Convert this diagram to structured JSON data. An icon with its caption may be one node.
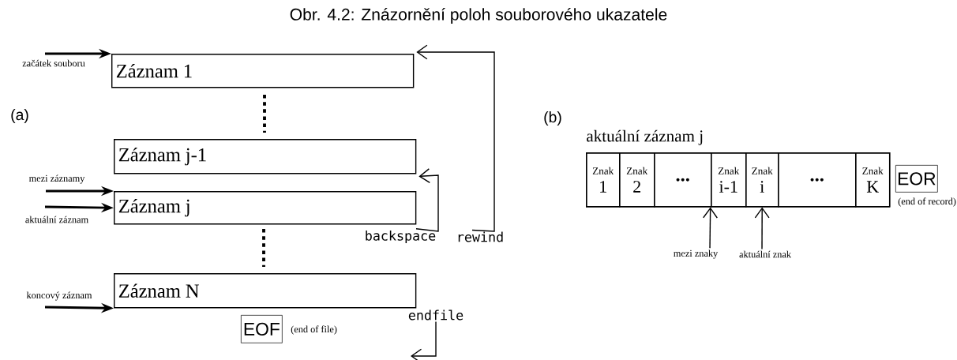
{
  "diagram": {
    "title": "Obr. 4.2: Znázornění poloh souborového ukazatele",
    "nodes": [
      {
        "text": [
          "Záznam 1"
        ]
      },
      {
        "text": [
          "Záznam j-1"
        ]
      },
      {
        "text": [
          "Záznam j"
        ]
      },
      {
        "text": [
          "Záznam N"
        ]
      },
      {
        "text": [
          "EOF"
        ],
        "beside": [
          "(end of file)"
        ]
      },
      {
        "text": [
          "aktuální záznam j"
        ]
      },
      {
        "text": [
          "Znak",
          "1"
        ],
        "in": 5
      },
      {
        "text": [
          "Znak",
          "2"
        ],
        "in": 5
      },
      {
        "text": [
          "..."
        ],
        "in": 5
      },
      {
        "text": [
          "Znak",
          "i-1"
        ],
        "in": 5
      },
      {
        "text": [
          "Znak",
          "i"
        ],
        "in": 5
      },
      {
        "text": [
          "..."
        ],
        "in": 5
      },
      {
        "text": [
          "Znak",
          "K"
        ],
        "in": 5
      },
      {
        "text": [
          "EOR"
        ],
        "beside": [
          "(end of record)"
        ]
      },
      {
        "text": [
          "backspace"
        ]
      },
      {
        "text": [
          "rewind"
        ]
      },
      {
        "text": [
          "endfile"
        ]
      },
      {
        "text": [
          "mezi znaky"
        ]
      },
      {
        "text": [
          "aktuální znak"
        ]
      }
    ],
    "edges": [
      {
        "from": null,
        "to": 0,
        "arrow": "to",
        "label": "začátek souboru"
      },
      {
        "from": null,
        "to": 2,
        "arrow": "to",
        "label": "mezi záznamy"
      },
      {
        "from": null,
        "to": 2,
        "arrow": "to",
        "label": "aktuální záznam"
      },
      {
        "from": null,
        "to": 3,
        "arrow": "to",
        "label": "koncový záznam"
      },
      {
        "from": 14,
        "to": 1,
        "arrow": "to"
      },
      {
        "from": 15,
        "to": 0,
        "arrow": "to"
      },
      {
        "from": 16,
        "to": null,
        "arrow": "to"
      },
      {
        "from": 17,
        "to": 5,
        "arrow": "to"
      },
      {
        "from": 18,
        "to": 10,
        "arrow": "to"
      }
    ],
    "labels": [
      "(a)",
      "(b)"
    ]
  }
}
